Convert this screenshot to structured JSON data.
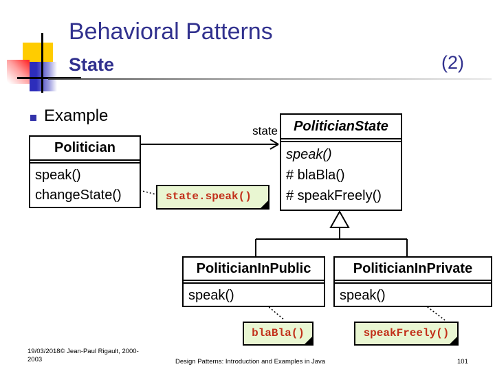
{
  "slide": {
    "title": "Behavioral Patterns",
    "subtitle": "State",
    "page_marker": "(2)",
    "bullet_text": "Example"
  },
  "diagram": {
    "politician": {
      "name": "Politician",
      "methods": [
        "speak()",
        "changeState()"
      ]
    },
    "politician_state": {
      "name": "PoliticianState",
      "methods": [
        "speak()",
        "# blaBla()",
        "# speakFreely()"
      ]
    },
    "association_label": "state",
    "in_public": {
      "name": "PoliticianInPublic",
      "methods": [
        "speak()"
      ]
    },
    "in_private": {
      "name": "PoliticianInPrivate",
      "methods": [
        "speak()"
      ]
    },
    "notes": {
      "state_speak": "state.speak()",
      "bla_bla": "blaBla()",
      "speak_freely": "speakFreely()"
    }
  },
  "footer": {
    "left": "19/03/2018© Jean-Paul Rigault, 2000-2003",
    "center": "Design Patterns: Introduction and Examples in Java",
    "page_number": "101"
  },
  "colors": {
    "title_navy": "#31318e",
    "note_background": "#e9f6d2",
    "note_text": "#c22f1a",
    "bullet_blue": "#3333aa",
    "logo_yellow": "#ffcc00",
    "logo_red": "#ff2b2b",
    "logo_blue": "#2d2dbb"
  }
}
